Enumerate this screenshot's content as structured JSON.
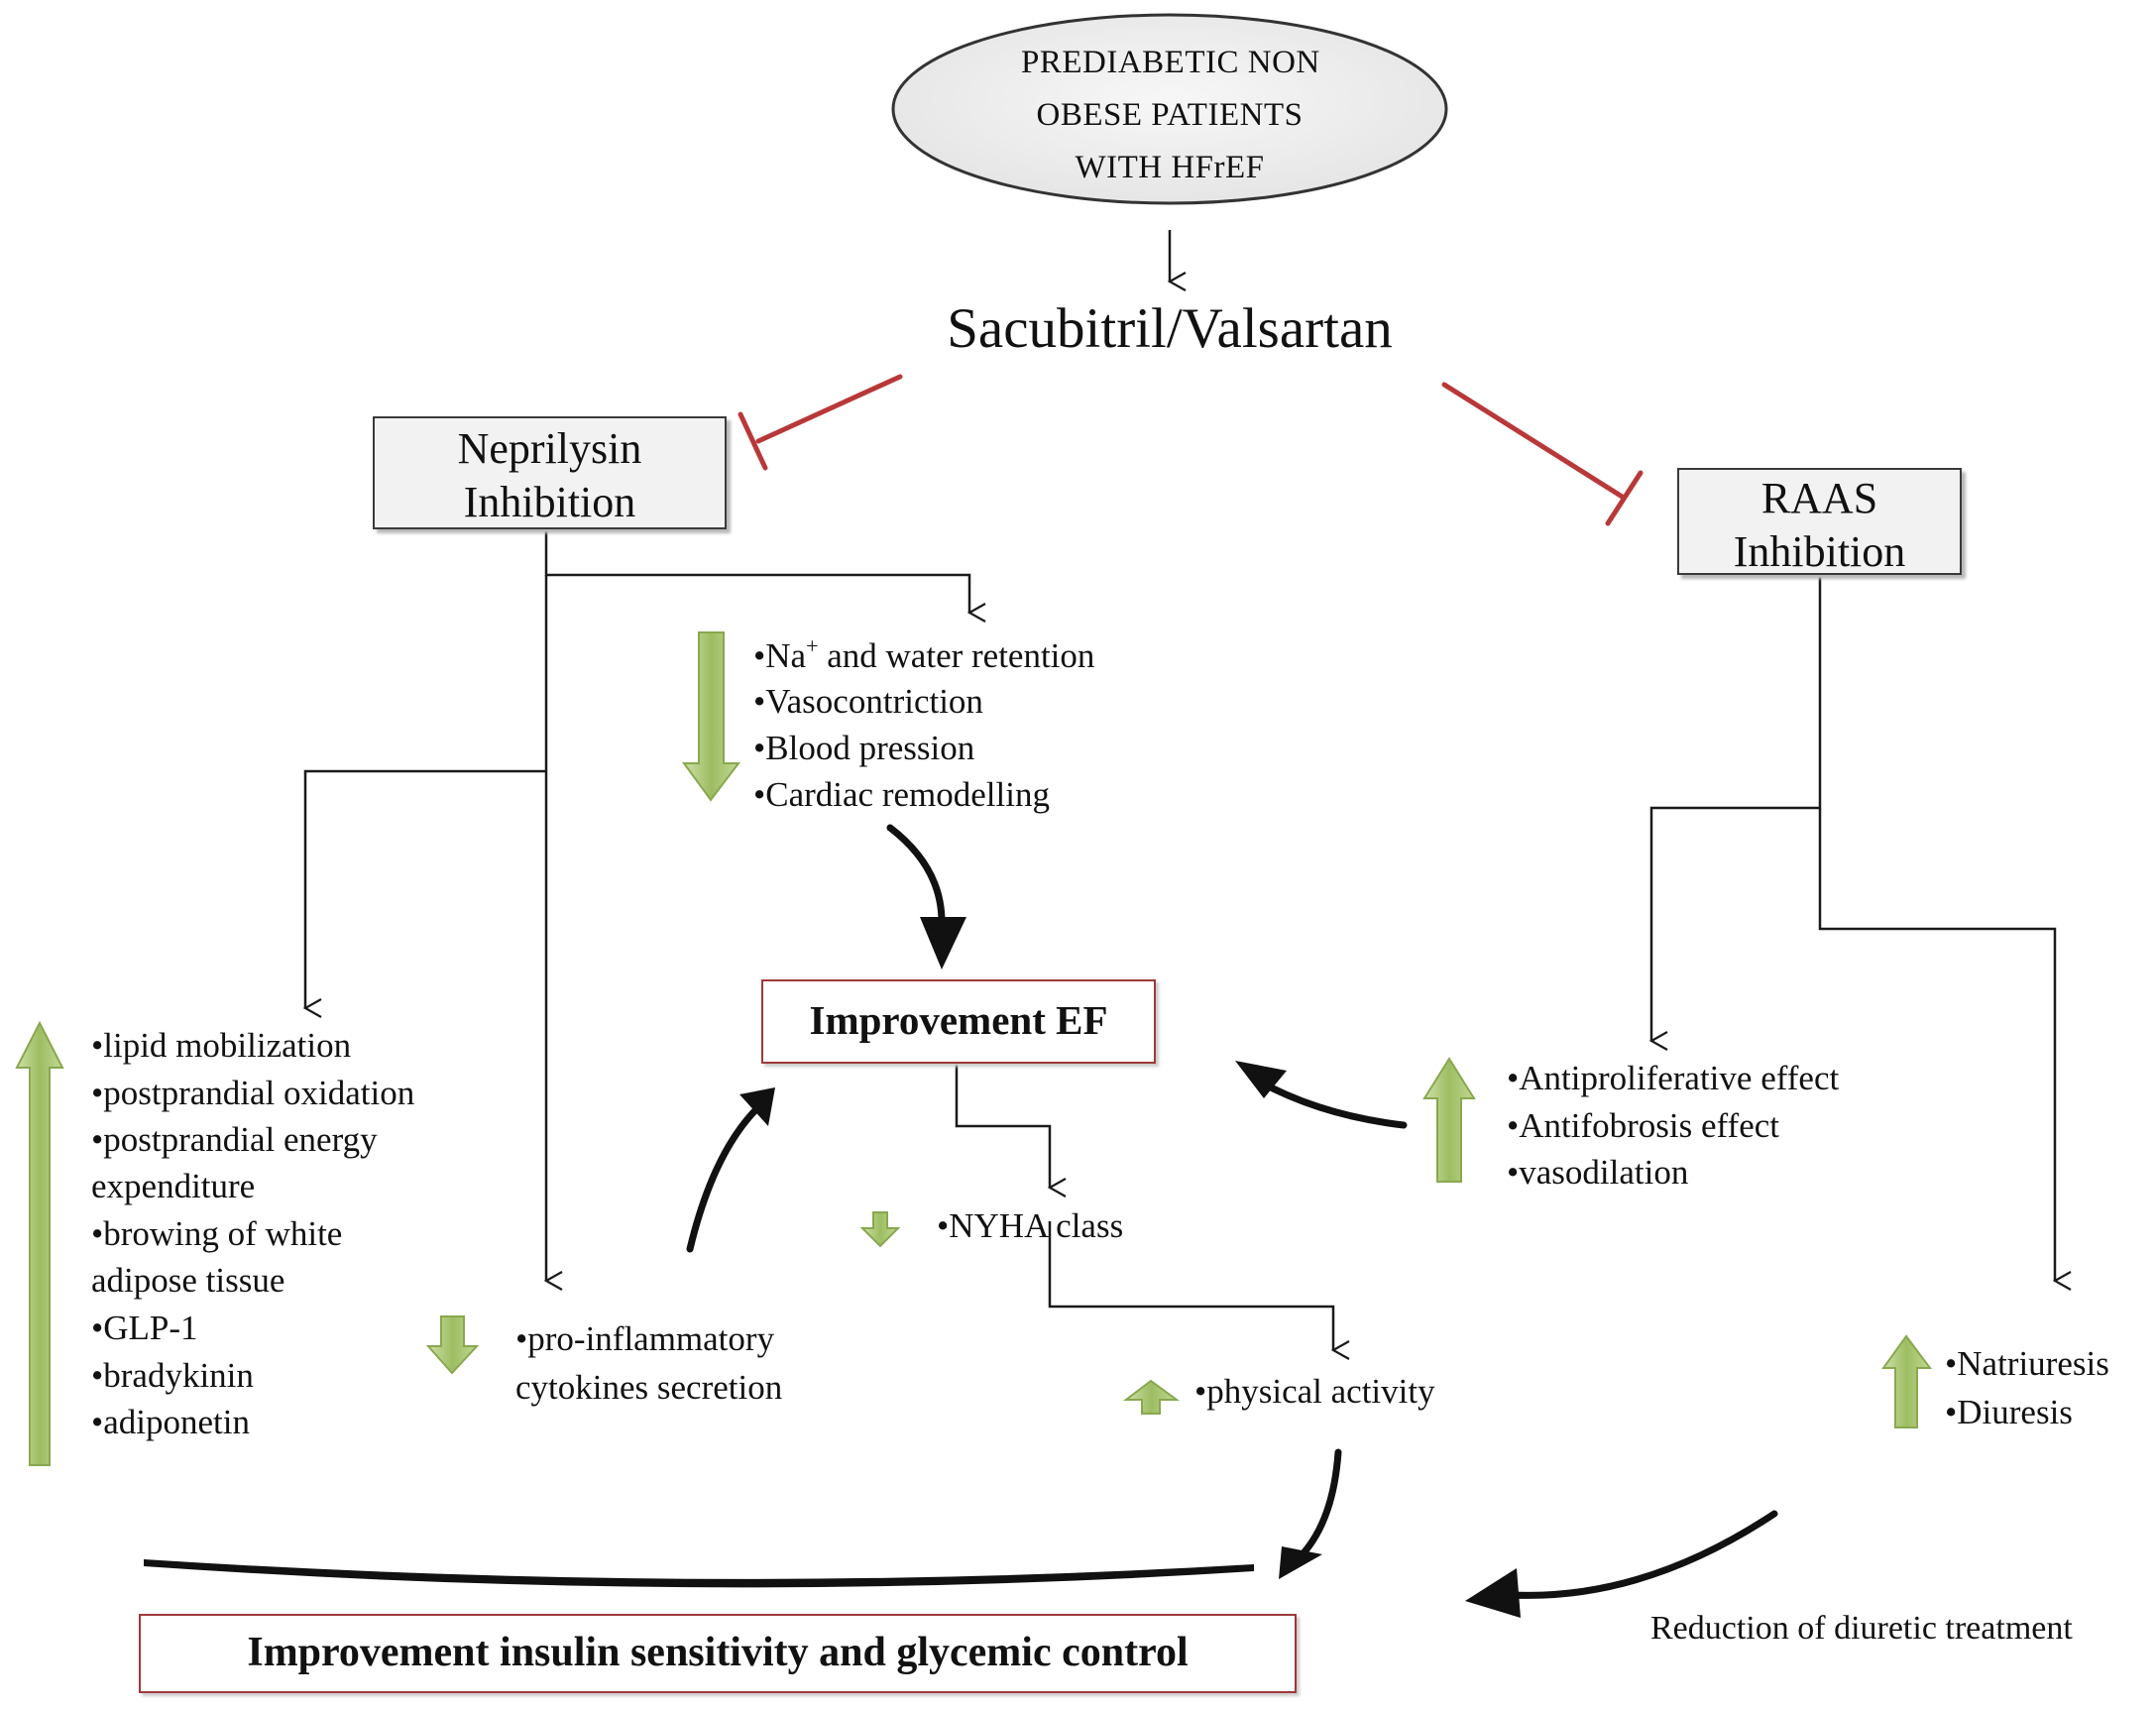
{
  "population": {
    "line1": "PREDIABETIC NON",
    "line2": "OBESE PATIENTS",
    "line3": "WITH HFrEF"
  },
  "drug": "Sacubitril/Valsartan",
  "neprilysin_box": {
    "line1": "Neprilysin",
    "line2": "Inhibition"
  },
  "raas_box": {
    "line1": "RAAS",
    "line2": "Inhibition"
  },
  "down_effects": {
    "na_prefix": "•Na",
    "na_sup": "+",
    "na_rest": " and water retention",
    "vasoconstriction": "•Vasocontriction",
    "blood": "•Blood pression",
    "cardiac": "•Cardiac remodelling"
  },
  "improvement_ef": "Improvement EF",
  "metabolic": {
    "items": [
      "•lipid mobilization",
      "•postprandial oxidation",
      "•postprandial energy",
      "expenditure",
      "•browing of white",
      "adipose tissue",
      "•GLP-1",
      "•bradykinin",
      "•adiponetin"
    ]
  },
  "cytokines": {
    "line1": "•pro-inflammatory",
    "line2": "cytokines secretion"
  },
  "nyha": "•NYHA  class",
  "physical": "•physical activity",
  "raas_effects": {
    "antiproliferative": "•Antiproliferative effect",
    "antifibrosis": "•Antifobrosis effect",
    "vasodilation": "•vasodilation"
  },
  "natriuresis": {
    "natriuresis": "•Natriuresis",
    "diuresis": "•Diuresis"
  },
  "diuretic_note": "Reduction of diuretic treatment",
  "final_outcome": "Improvement insulin sensitivity and glycemic control",
  "colors": {
    "inhibitor": "#b8383a",
    "arrow_green_fill": "#9dbd62",
    "arrow_green_light": "#cfe0a8",
    "box_fill": "#f2f2f2",
    "line": "#1a1a1a",
    "outcome_border": "#9e3a3a"
  },
  "icons": {
    "up": "green-up-arrow-icon",
    "down": "green-down-arrow-icon"
  }
}
